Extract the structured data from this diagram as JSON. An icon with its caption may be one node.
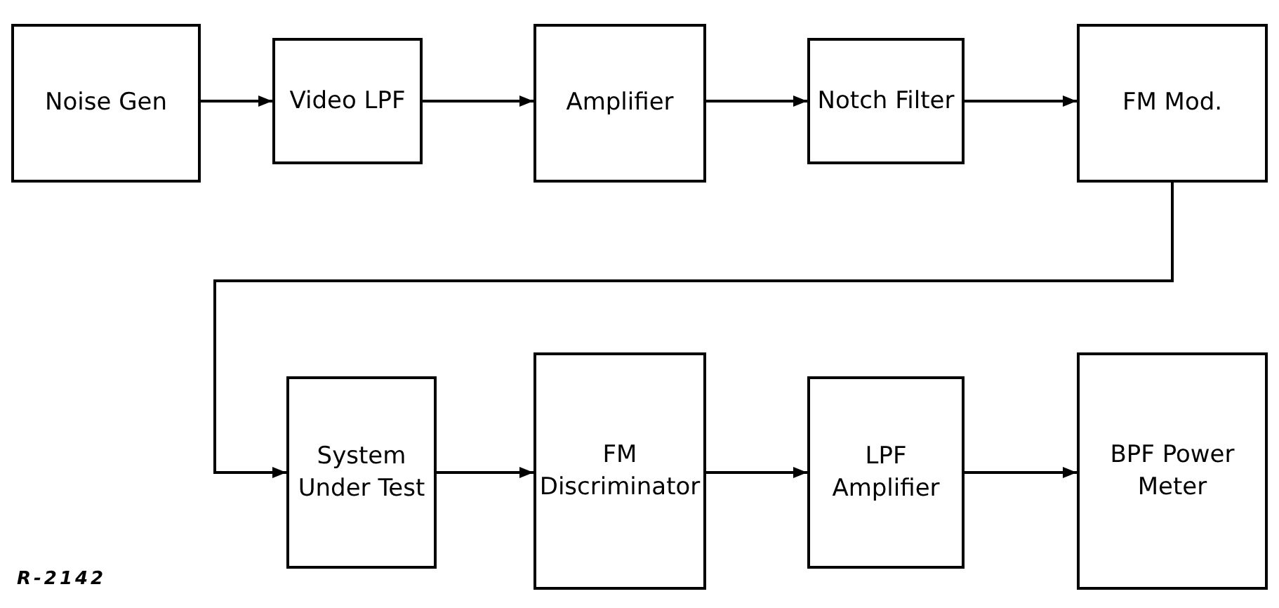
{
  "diagram": {
    "nodes": [
      {
        "text": [
          "Noise Gen"
        ]
      },
      {
        "text": [
          "Video LPF"
        ]
      },
      {
        "text": [
          "Amplifier"
        ]
      },
      {
        "text": [
          "Notch Filter"
        ]
      },
      {
        "text": [
          "FM Mod."
        ]
      },
      {
        "text": [
          "System Under Test"
        ]
      },
      {
        "text": [
          "FM Discriminator"
        ]
      },
      {
        "text": [
          "LPF Amplifier"
        ]
      },
      {
        "text": [
          "BPF Power Meter"
        ]
      }
    ],
    "edges": [
      {
        "from": 0,
        "to": 1,
        "arrow": "to"
      },
      {
        "from": 1,
        "to": 2,
        "arrow": "to"
      },
      {
        "from": 2,
        "to": 3,
        "arrow": "to"
      },
      {
        "from": 3,
        "to": 4,
        "arrow": "to"
      },
      {
        "from": 4,
        "to": 5,
        "arrow": "to"
      },
      {
        "from": 5,
        "to": 6,
        "arrow": "to"
      },
      {
        "from": 6,
        "to": 7,
        "arrow": "to"
      },
      {
        "from": 7,
        "to": 8,
        "arrow": "to"
      }
    ],
    "labels": [
      "R-2142"
    ]
  }
}
